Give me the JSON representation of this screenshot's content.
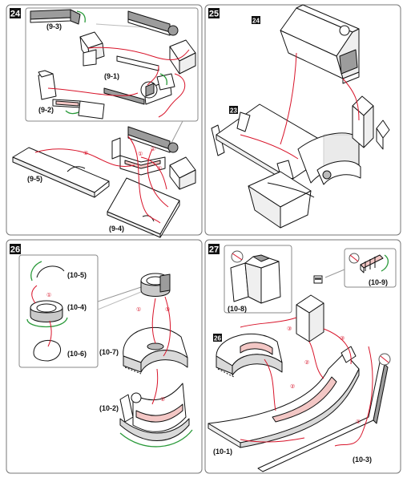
{
  "panels": [
    {
      "step": "24",
      "labels": [
        "(9-3)",
        "(9-1)",
        "(9-2)",
        "(9-5)",
        "(9-4)"
      ],
      "circled": [
        "②",
        "①",
        "①",
        "①"
      ]
    },
    {
      "step": "25",
      "tags": [
        "24",
        "23"
      ]
    },
    {
      "step": "26",
      "labels": [
        "(10-5)",
        "(10-4)",
        "(10-6)",
        "(10-7)",
        "(10-2)"
      ],
      "circled": [
        "①",
        "①",
        "①",
        "②"
      ]
    },
    {
      "step": "27",
      "tags": [
        "26"
      ],
      "labels": [
        "(10-8)",
        "(10-9)",
        "(10-1)",
        "(10-3)"
      ],
      "circled": [
        "③",
        "③",
        "②",
        "②",
        "①"
      ]
    }
  ],
  "colors": {
    "guide": "#d8142a",
    "arrow": "#2a9a3a",
    "shade": "#9c9c9c",
    "border": "#777777"
  }
}
